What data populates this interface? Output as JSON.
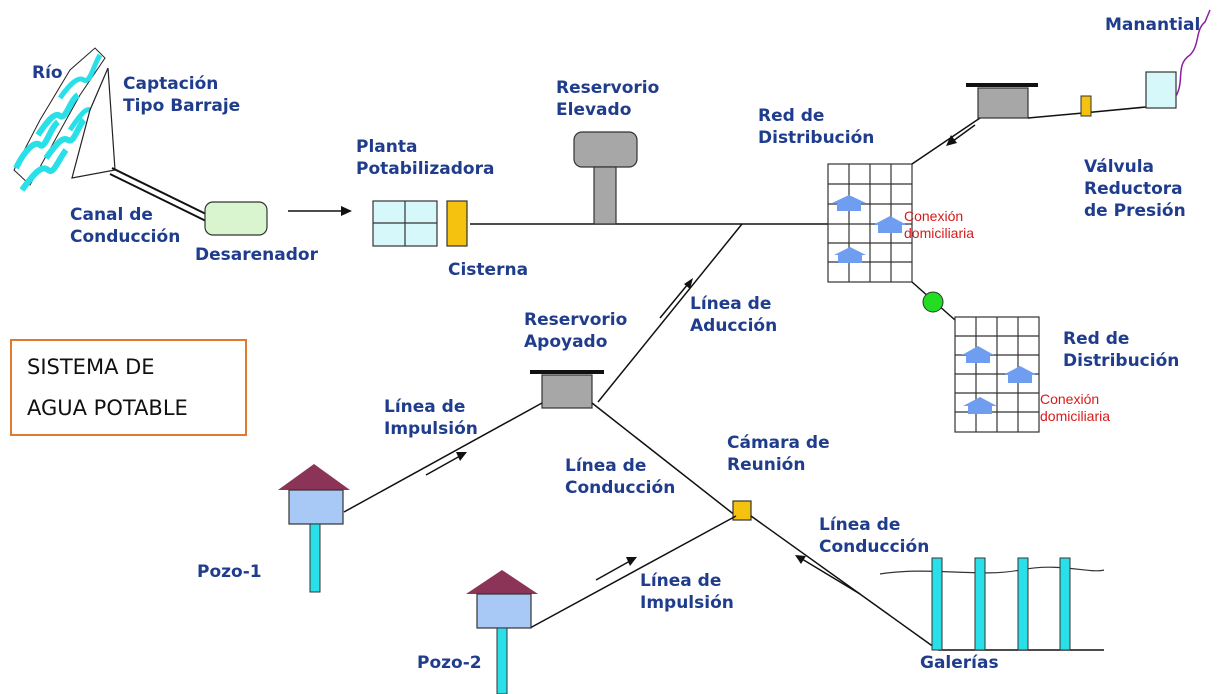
{
  "title": {
    "line1": "SISTEMA DE",
    "line2": "AGUA POTABLE"
  },
  "labels": {
    "rio": "Río",
    "captacion": "Captación\nTipo Barraje",
    "canal": "Canal de\nConducción",
    "desarenador": "Desarenador",
    "planta": "Planta\nPotabilizadora",
    "cisterna": "Cisterna",
    "reservorio_elevado": "Reservorio\nElevado",
    "red_distribucion_1": "Red de\nDistribución",
    "manantial": "Manantial",
    "valvula": "Válvula\nReductora\nde Presión",
    "linea_aduccion": "Línea de\nAducción",
    "reservorio_apoyado": "Reservorio\nApoyado",
    "red_distribucion_2": "Red de\nDistribución",
    "linea_impulsion_1": "Línea de\nImpulsión",
    "linea_conduccion_1": "Línea de\nConducción",
    "camara_reunion": "Cámara de\nReunión",
    "linea_conduccion_2": "Línea de\nConducción",
    "linea_impulsion_2": "Línea de\nImpulsión",
    "pozo_1": "Pozo-1",
    "pozo_2": "Pozo-2",
    "galerias": "Galerías",
    "conexion_1": "Conexión\ndomiciliaria",
    "conexion_2": "Conexión\ndomiciliaria"
  },
  "colors": {
    "label_blue": "#1f3d8c",
    "red_text": "#d81b1b",
    "water_cyan": "#29e0e8",
    "light_cyan": "#d6f8fb",
    "light_green": "#d8f5cf",
    "yellow": "#f5c20f",
    "gray": "#a7a7a7",
    "house_blue": "#6f9ef0",
    "roof": "#8b3457",
    "green_circle": "#22dd22",
    "box_border": "#e07a30"
  }
}
